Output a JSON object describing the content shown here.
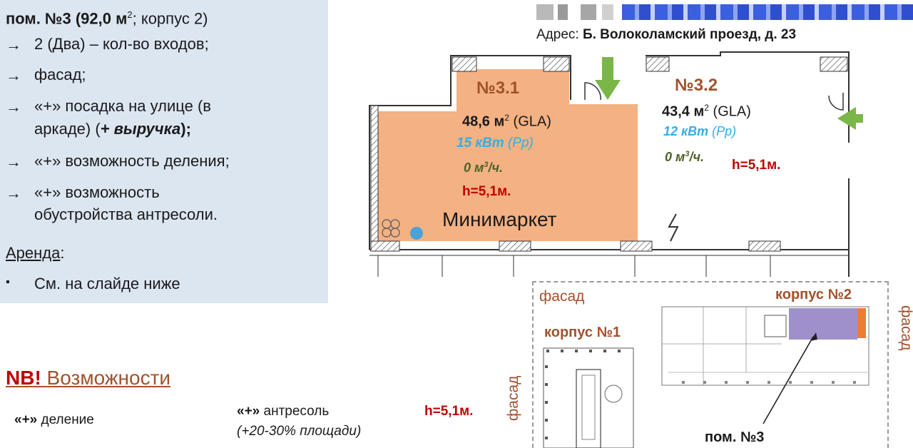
{
  "panel": {
    "title_prefix": "пом. №3",
    "title_area": "(92,0 м",
    "title_sup": "2",
    "title_rest": "; корпус 2)",
    "arrow": "→",
    "bullets": [
      {
        "text": "2 (Два) – кол-во входов;"
      },
      {
        "text": "фасад;"
      },
      {
        "line1": "«+» посадка на улице (в",
        "line2a": "аркаде) (",
        "line2b": "+ выручка",
        "line2c": ");"
      },
      {
        "text": "«+» возможность деления;"
      },
      {
        "line1": "«+» возможность",
        "line2": "обустройства антресоли."
      }
    ],
    "rent_label": "Аренда",
    "rent_colon": ":",
    "square": "▪",
    "rent_text": "См. на слайде ниже"
  },
  "address": {
    "label": "Адрес:",
    "value": "Б. Волоколамский проезд, д. 23"
  },
  "unit31": {
    "name": "№3.1",
    "area": "48,6 м",
    "area_sup": "2",
    "gla": "(GLA)",
    "power": "15 кВт",
    "power_note": "(Рр)",
    "gas": "0 м",
    "gas_sup": "3",
    "gas_unit": "/ч.",
    "height": "h=5,1м.",
    "tenant": "Минимаркет"
  },
  "unit32": {
    "name": "№3.2",
    "area": "43,4 м",
    "area_sup": "2",
    "gla": "(GLA)",
    "power": "12 кВт",
    "power_note": "(Рр)",
    "gas": "0 м",
    "gas_sup": "3",
    "gas_unit": "/ч.",
    "height": "h=5,1м."
  },
  "siteplan": {
    "facade_top": "фасад",
    "facade_left": "фасад",
    "facade_right": "фасад",
    "building1": "корпус №1",
    "building2": "корпус №2",
    "premise": "пом. №3"
  },
  "nb": {
    "title_nb": "NB!",
    "title_rest": "Возможности",
    "division_plus": "«+»",
    "division": "деление",
    "mezz_plus": "«+»",
    "mezz": "антресоль",
    "mezz_note": "(+20-30% площади)",
    "height": "h=5,1м."
  },
  "colors": {
    "panel_bg": "#dce6f1",
    "unit31_fill": "#f4b183",
    "accent_brown": "#a0522d",
    "power_blue": "#31b0e6",
    "gas_green": "#4f6228",
    "height_red": "#c00000",
    "entry_arrow": "#7ab648",
    "premise_purple": "#8e7cc3",
    "facade_orange": "#ed7d31"
  }
}
